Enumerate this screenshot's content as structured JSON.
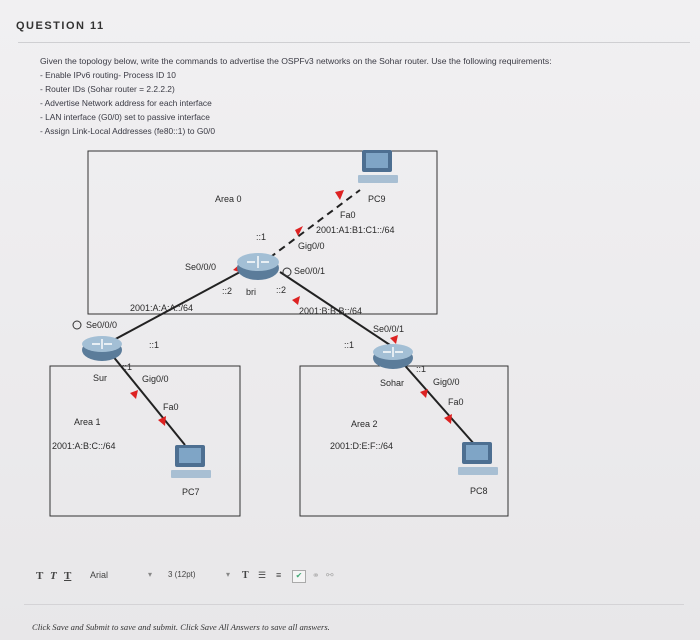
{
  "question": {
    "title": "QUESTION 11"
  },
  "prompt": "Given the topology below, write the commands to advertise the OSPFv3 networks on the Sohar router. Use the following requirements:",
  "requirements": [
    "- Enable IPv6 routing- Process ID 10",
    "- Router IDs (Sohar router = 2.2.2.2)",
    "- Advertise Network address for each interface",
    "- LAN interface (G0/0) set to passive interface",
    "- Assign Link-Local Addresses (fe80::1) to G0/0"
  ],
  "topology": {
    "area0": "Area 0",
    "area1": "Area 1",
    "area2": "Area 2",
    "pc9": "PC9",
    "pc7": "PC7",
    "pc8": "PC8",
    "fa0_top": "Fa0",
    "net_top": "2001:A1:B1:C1::/64",
    "gig_top": "Gig0/0",
    "one_top": "::1",
    "se000_mid": "Se0/0/0",
    "se001_mid": "Se0/0/1",
    "two_left": "::2",
    "bri": "bri",
    "two_right": "::2",
    "net_left": "2001:A:A:A::/64",
    "net_right": "2001:B:B:B::/64",
    "se000_sur": "Se0/0/0",
    "se001_sohar": "Se0/0/1",
    "one_sur_a": "::1",
    "one_sur_b": "::1",
    "one_sohar_a": "::1",
    "one_sohar_b": "::1",
    "sur": "Sur",
    "sohar": "Sohar",
    "gig_sur": "Gig0/0",
    "gig_sohar": "Gig0/0",
    "fa0_sur": "Fa0",
    "fa0_sohar": "Fa0",
    "net_area1": "2001:A:B:C::/64",
    "net_area2": "2001:D:E:F::/64"
  },
  "toolbar": {
    "bold_t": "T",
    "italic_t": "T",
    "under_t": "T",
    "font": "Arial",
    "size": "3 (12pt)"
  },
  "footer": "Click Save and Submit to save and submit. Click Save All Answers to save all answers."
}
